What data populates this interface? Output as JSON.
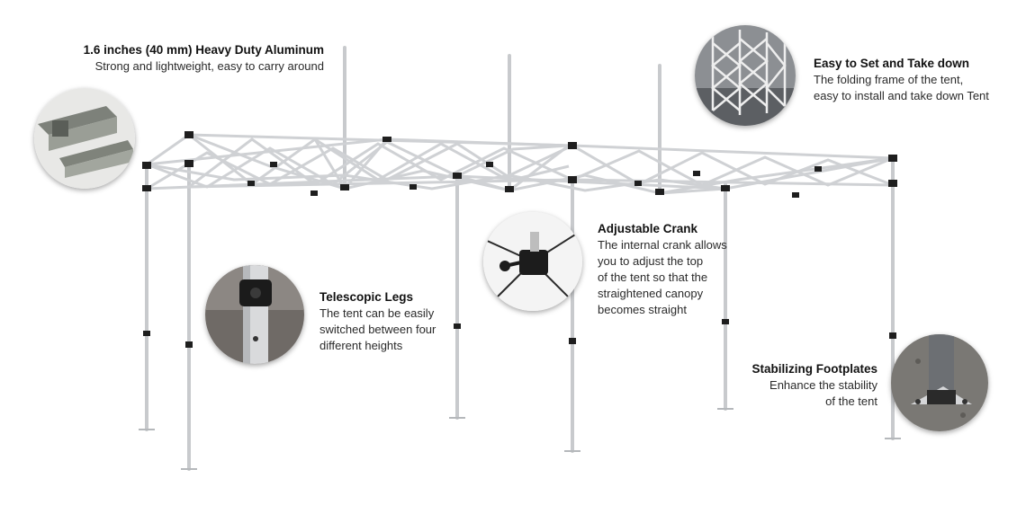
{
  "features": {
    "aluminum": {
      "title": "1.6 inches (40 mm) Heavy Duty Aluminum",
      "lines": [
        "Strong and lightweight, easy to carry around"
      ]
    },
    "setup": {
      "title": "Easy to Set and Take down",
      "lines": [
        "The folding frame of the tent,",
        "easy to install and take down Tent"
      ]
    },
    "crank": {
      "title": "Adjustable Crank",
      "lines": [
        "The internal crank allows",
        "you to adjust the top",
        "of the tent so that the",
        "straightened canopy",
        "becomes straight"
      ]
    },
    "legs": {
      "title": "Telescopic Legs",
      "lines": [
        "The tent can be easily",
        "switched between four",
        "different heights"
      ]
    },
    "footplates": {
      "title": "Stabilizing Footplates",
      "lines": [
        "Enhance the stability",
        "of the tent"
      ]
    }
  },
  "colors": {
    "frame": "#c7c9cc",
    "frame_dark": "#9a9da1",
    "joint": "#1e1e1e",
    "text": "#2a2a2a"
  },
  "icons": [
    "aluminum-profile-icon",
    "folding-frame-icon",
    "crank-icon",
    "telescopic-leg-icon",
    "footplate-icon"
  ]
}
